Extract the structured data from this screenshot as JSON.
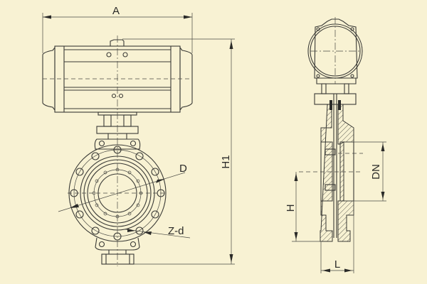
{
  "drawing": {
    "title": "Butterfly valve with pneumatic actuator",
    "front_view": {
      "dim_width_label": "A",
      "dim_height_label": "H1",
      "dim_flange_diameter_label": "D",
      "dim_bolt_holes_label": "Z-d"
    },
    "side_view": {
      "dim_bore_label": "DN",
      "dim_center_height_label": "H",
      "dim_length_label": "L"
    },
    "colors": {
      "background": "#f8f2d3",
      "line": "#3a3a36"
    }
  }
}
